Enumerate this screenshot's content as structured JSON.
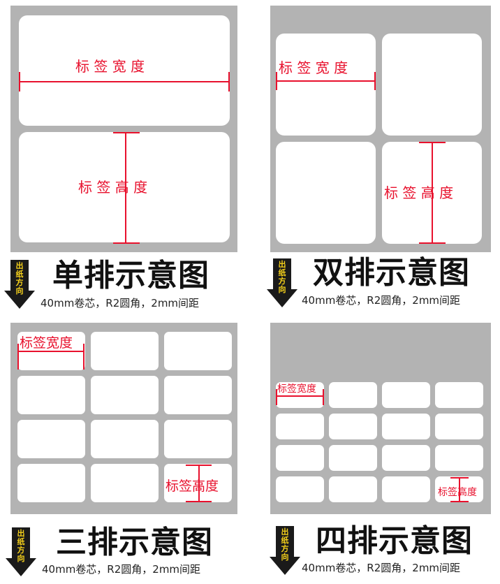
{
  "colors": {
    "panel": "#b3b3b3",
    "label": "#ffffff",
    "measure": "#e8112d",
    "arrow": "#1a1a1a",
    "arrow_text": "#f7d21a"
  },
  "feed_direction_chars": [
    "出",
    "纸",
    "方",
    "向"
  ],
  "feed_direction_icon": "down-arrow-icon",
  "sections": [
    {
      "title": "单排示意图",
      "caption": "40mm卷芯，R2圆角，2mm间距",
      "width_label": "标 签 宽 度",
      "height_label": "标 签 高 度"
    },
    {
      "title": "双排示意图",
      "caption": "40mm卷芯，R2圆角，2mm间距",
      "width_label": "标 签 宽 度",
      "height_label": "标 签 高 度"
    },
    {
      "title": "三排示意图",
      "caption": "40mm卷芯，R2圆角，2mm间距",
      "width_label": "标签宽度",
      "height_label": "标签高度"
    },
    {
      "title": "四排示意图",
      "caption": "40mm卷芯，R2圆角，2mm间距",
      "width_label": "标签宽度",
      "height_label": "标签高度"
    }
  ]
}
